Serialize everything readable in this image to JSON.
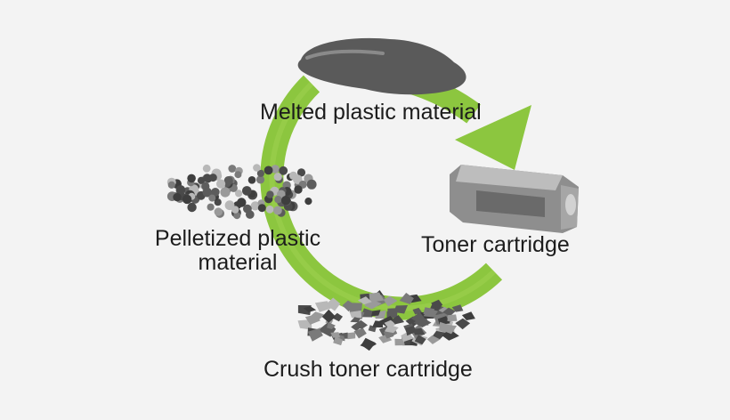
{
  "diagram": {
    "stages": {
      "melted": "Melted plastic material",
      "toner": "Toner cartridge",
      "crush": "Crush toner cartridge",
      "pellet_line1": "Pelletized plastic",
      "pellet_line2": "material"
    },
    "colors": {
      "background": "#f3f3f3",
      "arrow": "#8cc63f",
      "arrow_light": "#a8d65a",
      "label": "#1c1c1c",
      "blob": "#5a5a5a"
    }
  }
}
